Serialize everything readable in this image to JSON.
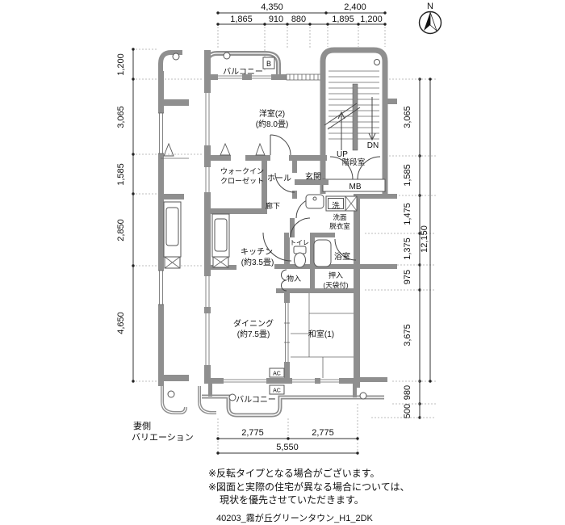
{
  "north": {
    "label": "N"
  },
  "dims": {
    "top_totals": [
      "4,350",
      "2,400"
    ],
    "top_subs": [
      "1,865",
      "910",
      "880",
      "1,895",
      "1,200"
    ],
    "left": [
      "1,200",
      "3,065",
      "1,585",
      "2,850",
      "4,650"
    ],
    "right": [
      "3,065",
      "1,585",
      "1,475",
      "1,375",
      "975",
      "3,675",
      "980",
      "500"
    ],
    "right_total": "12,150",
    "bottom_subs": [
      "2,775",
      "2,775"
    ],
    "bottom_total": "5,550"
  },
  "rooms": {
    "balcony_top": "バルコニー",
    "balcony_top_b": "B",
    "western2_name": "洋室(2)",
    "western2_size": "(約8.0畳)",
    "wic_line1": "ウォークイン",
    "wic_line2": "クローゼット",
    "hall": "ホール",
    "entrance": "玄関",
    "stair_room": "階段室",
    "stair_up": "UP",
    "stair_dn": "DN",
    "meter_box": "MB",
    "corridor": "廊下",
    "laundry": "洗",
    "washroom_line1": "洗面",
    "washroom_line2": "脱衣室",
    "toilet": "トイレ",
    "bathroom": "浴室",
    "storage": "物入",
    "closet_line1": "押入",
    "closet_line2": "(天袋付)",
    "kitchen_name": "キッチン",
    "kitchen_size": "(約3.5畳)",
    "dining_name": "ダイニング",
    "dining_size": "(約7.5畳)",
    "japanese1": "和室(1)",
    "ac1": "AC",
    "ac2": "AC",
    "balcony_bottom": "バルコニー"
  },
  "side_note": {
    "line1": "妻側",
    "line2": "バリエーション"
  },
  "notes": [
    "※反転タイプとなる場合がございます。",
    "※図面と実際の住宅が異なる場合については、",
    "現状を優先させていただきます。"
  ],
  "footer": "40203_霧が丘グリーンタウン_H1_2DK",
  "colors": {
    "wall": "#8f8f8f",
    "line": "#3c3c3c",
    "text": "#111111",
    "background": "#ffffff"
  }
}
